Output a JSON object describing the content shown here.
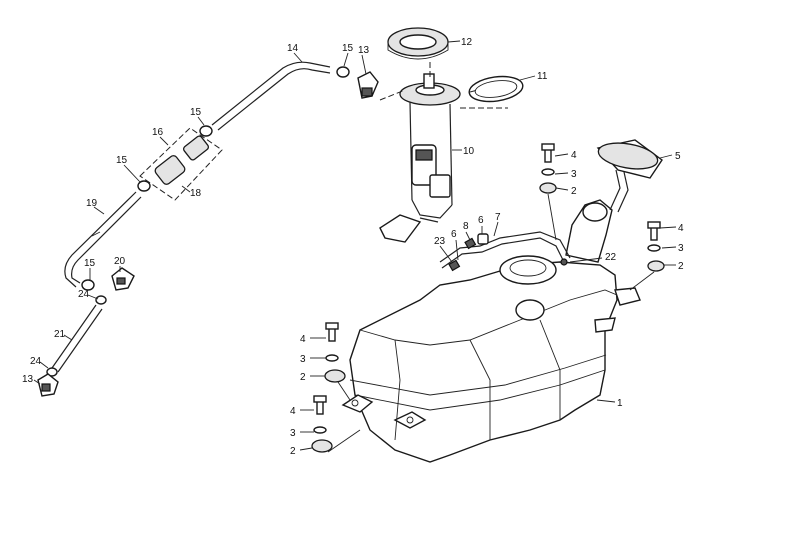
{
  "callouts": {
    "c1": "1",
    "c2a": "2",
    "c2b": "2",
    "c2c": "2",
    "c2d": "2",
    "c3a": "3",
    "c3b": "3",
    "c3c": "3",
    "c3d": "3",
    "c4a": "4",
    "c4b": "4",
    "c4c": "4",
    "c4d": "4",
    "c5": "5",
    "c6a": "6",
    "c6b": "6",
    "c7": "7",
    "c8": "8",
    "c10": "10",
    "c11": "11",
    "c12": "12",
    "c13a": "13",
    "c13b": "13",
    "c14": "14",
    "c15a": "15",
    "c15b": "15",
    "c15c": "15",
    "c15d": "15",
    "c16": "16",
    "c18": "18",
    "c19": "19",
    "c20": "20",
    "c21": "21",
    "c22": "22",
    "c23": "23",
    "c24a": "24",
    "c24b": "24"
  },
  "line_color": "#222222",
  "background": "#ffffff"
}
